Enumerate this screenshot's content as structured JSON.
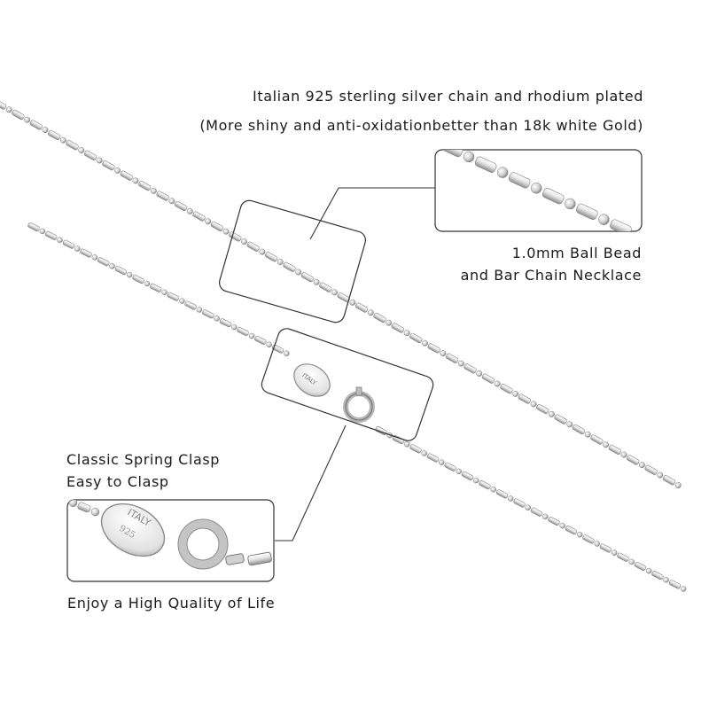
{
  "captions": {
    "top_line1": "Italian 925 sterling silver chain and rhodium plated",
    "top_line2": "(More shiny and anti-oxidationbetter than 18k white Gold)",
    "bead_line1": "1.0mm Ball Bead",
    "bead_line2": "and Bar Chain Necklace",
    "clasp_line1": "Classic Spring Clasp",
    "clasp_line2": "Easy to Clasp",
    "bottom_line": "Enjoy a High Quality of Life"
  },
  "tag_engraving": "ITALY",
  "colors": {
    "silver_light": "#f2f2f2",
    "silver_mid": "#c9c9c9",
    "silver_dark": "#8a8a8a",
    "outline": "#333333",
    "text": "#1a1a1a"
  }
}
